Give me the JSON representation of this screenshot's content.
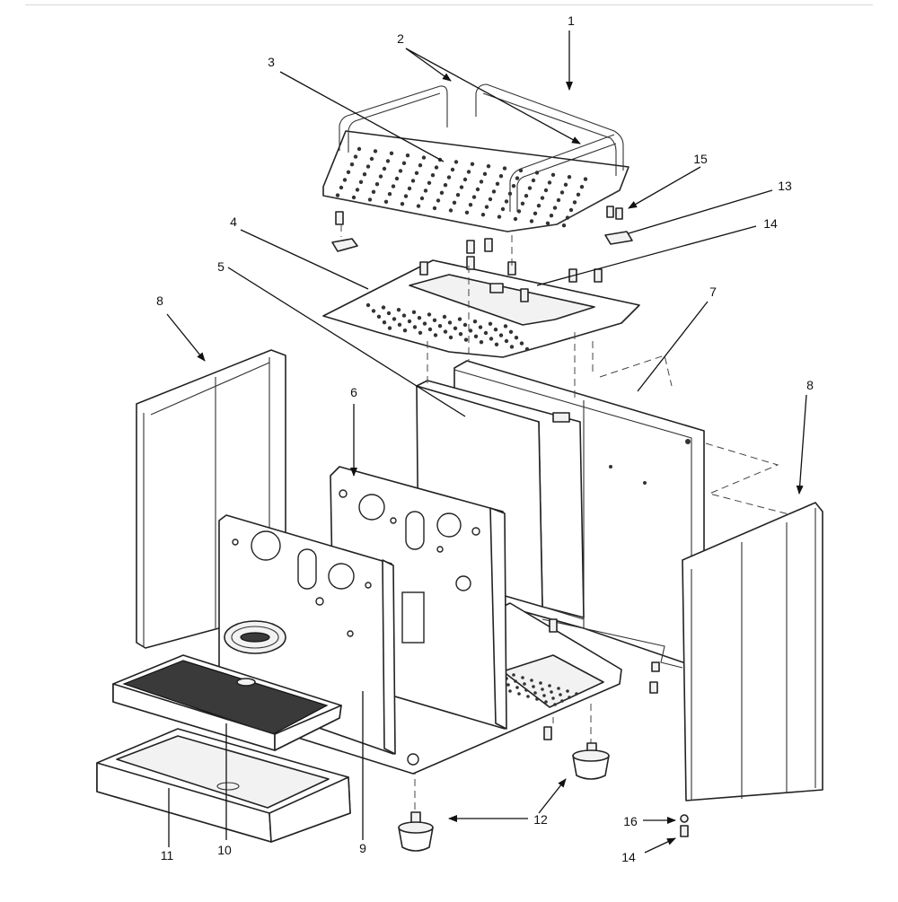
{
  "diagram": {
    "callouts": [
      {
        "id": "c1",
        "label": "1"
      },
      {
        "id": "c2",
        "label": "2"
      },
      {
        "id": "c3",
        "label": "3"
      },
      {
        "id": "c4",
        "label": "4"
      },
      {
        "id": "c5",
        "label": "5"
      },
      {
        "id": "c6",
        "label": "6"
      },
      {
        "id": "c7",
        "label": "7"
      },
      {
        "id": "c8a",
        "label": "8"
      },
      {
        "id": "c8b",
        "label": "8"
      },
      {
        "id": "c9",
        "label": "9"
      },
      {
        "id": "c10",
        "label": "10"
      },
      {
        "id": "c11",
        "label": "11"
      },
      {
        "id": "c12",
        "label": "12"
      },
      {
        "id": "c13",
        "label": "13"
      },
      {
        "id": "c14a",
        "label": "14"
      },
      {
        "id": "c14b",
        "label": "14"
      },
      {
        "id": "c15",
        "label": "15"
      },
      {
        "id": "c16",
        "label": "16"
      }
    ],
    "colors": {
      "line": "#222222",
      "background": "#ffffff",
      "grate": "#3a3a3a"
    }
  }
}
